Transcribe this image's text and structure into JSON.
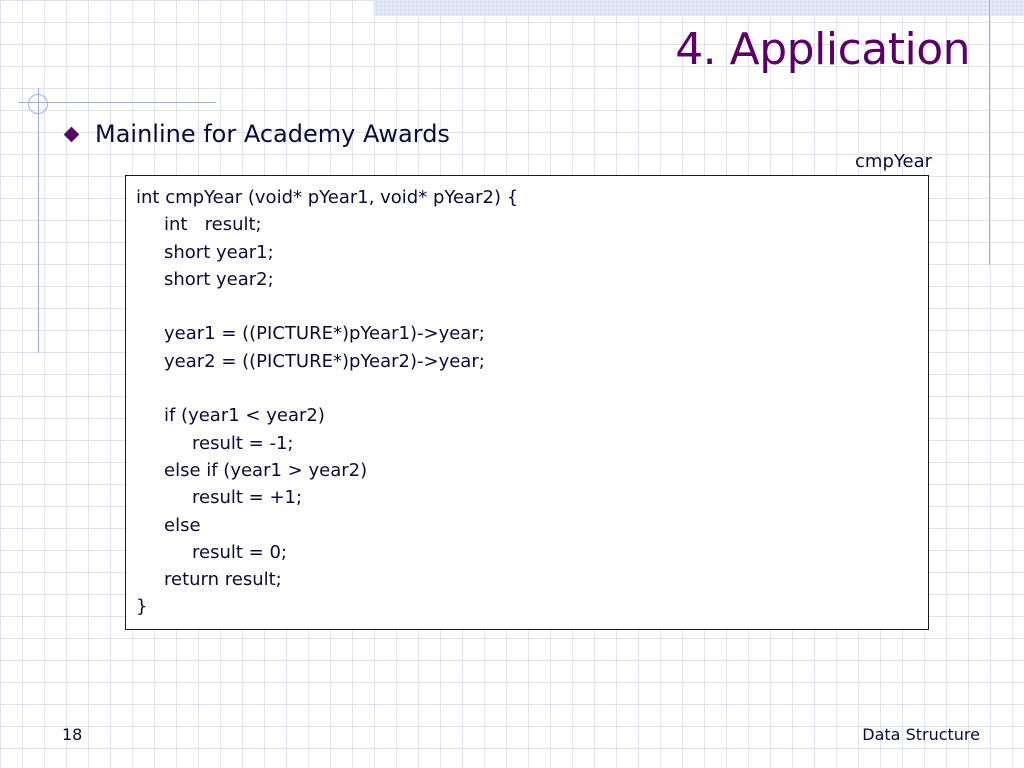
{
  "slide": {
    "title": "4. Application",
    "bullet": "Mainline for Academy Awards",
    "code_caption": "cmpYear",
    "code_lines": [
      {
        "text": "int cmpYear (void* pYear1, void* pYear2) {",
        "indent": 0
      },
      {
        "text": "int   result;",
        "indent": 1
      },
      {
        "text": "short year1;",
        "indent": 1
      },
      {
        "text": "short year2;",
        "indent": 1
      },
      {
        "text": "",
        "indent": 0
      },
      {
        "text": "year1 = ((PICTURE*)pYear1)->year;",
        "indent": 1
      },
      {
        "text": "year2 = ((PICTURE*)pYear2)->year;",
        "indent": 1
      },
      {
        "text": "",
        "indent": 0
      },
      {
        "text": "if (year1 < year2)",
        "indent": 1
      },
      {
        "text": "result = -1;",
        "indent": 2
      },
      {
        "text": "else if (year1 > year2)",
        "indent": 1
      },
      {
        "text": "result = +1;",
        "indent": 2
      },
      {
        "text": "else",
        "indent": 1
      },
      {
        "text": "result = 0;",
        "indent": 2
      },
      {
        "text": "return result;",
        "indent": 1
      },
      {
        "text": "}",
        "indent": 0
      }
    ],
    "page_number": "18",
    "footer_title": "Data Structure"
  },
  "colors": {
    "title": "#5b0066",
    "text": "#0b0b3b",
    "grid": "#dfe3f1",
    "accent_line": "#9fb0d8"
  },
  "icons": {
    "bullet": "diamond-bullet-icon"
  }
}
